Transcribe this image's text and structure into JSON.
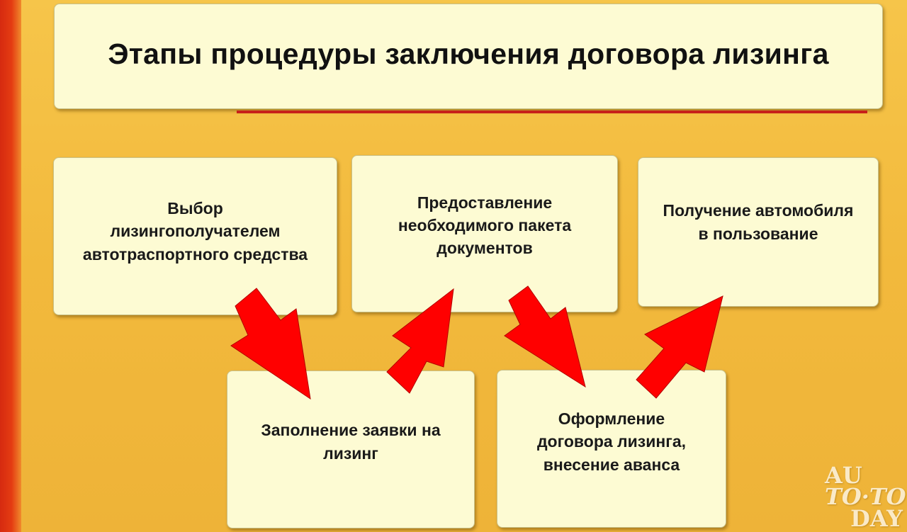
{
  "title": "Этапы процедуры заключения договора лизинга",
  "stages": [
    {
      "step": 1,
      "text": "Выбор\nлизингополучателем\nавтотраспортного средства"
    },
    {
      "step": 2,
      "text": "Заполнение заявки на\nлизинг"
    },
    {
      "step": 3,
      "text": "Предоставление\nнеобходимого пакета\nдокументов"
    },
    {
      "step": 4,
      "text": "Оформление\nдоговора лизинга,\nвнесение аванса"
    },
    {
      "step": 5,
      "text": "Получение автомобиля\nв пользование"
    }
  ],
  "flow": [
    {
      "from": 1,
      "to": 2,
      "direction": "down"
    },
    {
      "from": 2,
      "to": 3,
      "direction": "up"
    },
    {
      "from": 3,
      "to": 4,
      "direction": "down"
    },
    {
      "from": 4,
      "to": 5,
      "direction": "up"
    }
  ],
  "colors": {
    "background": "#f2b93c",
    "box_fill": "#fdfbd3",
    "arrow": "#ff0000",
    "stripe": "#d62a10",
    "underline": "#c7201a"
  },
  "watermark": {
    "line1": "AU",
    "line2": "TO·TO",
    "line3": "DAY"
  }
}
